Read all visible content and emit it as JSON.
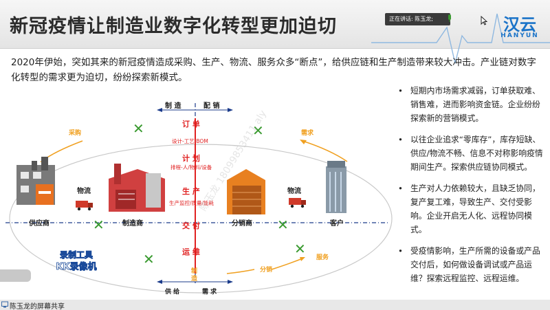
{
  "slide": {
    "title": "新冠疫情让制造业数字化转型更加迫切",
    "speaker_label": "正在讲话: 陈玉龙;",
    "logo": {
      "cn": "汉云",
      "en": "HANYUN"
    },
    "intro": "2020年伊始，突如其来的新冠疫情造成采购、生产、物流、服务众多“断点”，给供应链和生产制造带来较大冲击。产业链对数字化转型的需求更为迫切，纷纷探索新模式。",
    "bullets": [
      "短期内市场需求减弱，订单获取难、销售难，进而影响资金链。企业纷纷探索新的营销模式。",
      "以往企业追求“零库存”，库存短缺、供应/物流不畅、信息不对称影响疫情期间生产。探索供应链协同模式。",
      "生产对人力依赖较大，且缺乏协同，复产复工难，导致生产、交付受影响。企业开启无人化、远程协同模式。",
      "受疫情影响，生产所需的设备或产品交付后，如何做设备调试或产品运维？探索远程监控、远程运维。"
    ],
    "bullet_marker": "•"
  },
  "diagram": {
    "top_left": "制 造",
    "top_right": "配 销",
    "bottom_left": "供 给",
    "bottom_right": "需 求",
    "steps": [
      {
        "main": "订 单",
        "sub": "设计-工艺-BOM"
      },
      {
        "main": "计 划",
        "sub": "排程-人/物料/设备"
      },
      {
        "main": "生 产",
        "sub": "生产监控/质量/能耗"
      },
      {
        "main": "交 付",
        "sub": ""
      },
      {
        "main": "运 维",
        "sub": ""
      }
    ],
    "bottom_center": "制\n造",
    "arc_labels": {
      "purchase": "采购",
      "demand": "需求",
      "service": "服务",
      "distribution": "分销"
    },
    "nodes": {
      "supplier": "供应商",
      "manufacturer": "制造商",
      "distributor": "分销商",
      "customer": "客户"
    },
    "logistics": [
      "物流",
      "物流"
    ],
    "cross_mark": "✕",
    "watermark": "陈玉龙 18099853411 aly"
  },
  "recorder": {
    "line1": "录制工具",
    "line2": "KK录像机"
  },
  "screen_share_label": "陈玉龙的屏幕共享",
  "colors": {
    "red": "#e02020",
    "blue": "#1a73c8",
    "orange": "#f0a020",
    "green": "#3a9a30",
    "axis": "#1a3a8a"
  }
}
